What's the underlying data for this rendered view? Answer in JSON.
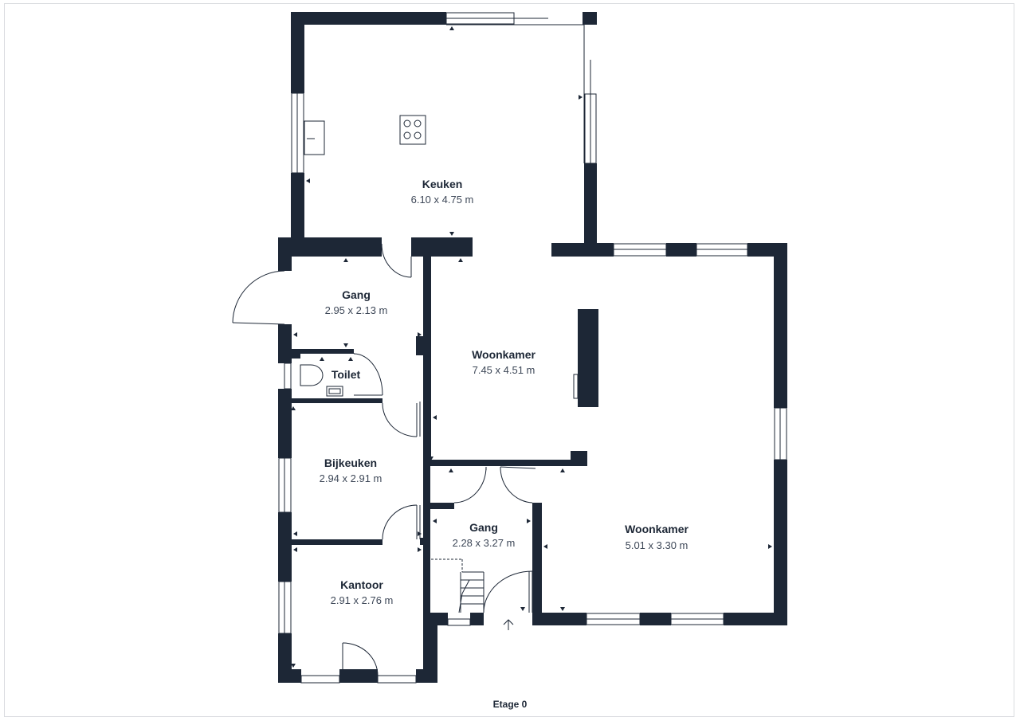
{
  "floor_label": "Etage 0",
  "rooms": {
    "keuken": {
      "name": "Keuken",
      "size": "6.10 x 4.75 m"
    },
    "gang_top": {
      "name": "Gang",
      "size": "2.95 x 2.13 m"
    },
    "toilet": {
      "name": "Toilet"
    },
    "woonkamer_1": {
      "name": "Woonkamer",
      "size": "7.45 x 4.51 m"
    },
    "bijkeuken": {
      "name": "Bijkeuken",
      "size": "2.94 x 2.91 m"
    },
    "gang_bottom": {
      "name": "Gang",
      "size": "2.28 x 3.27 m"
    },
    "woonkamer_2": {
      "name": "Woonkamer",
      "size": "5.01 x 3.30 m"
    },
    "kantoor": {
      "name": "Kantoor",
      "size": "2.91 x 2.76 m"
    }
  },
  "colors": {
    "wall": "#1d2736",
    "text": "#1d2736",
    "dim_text": "#3e4858",
    "frame": "#d9dbdf"
  }
}
